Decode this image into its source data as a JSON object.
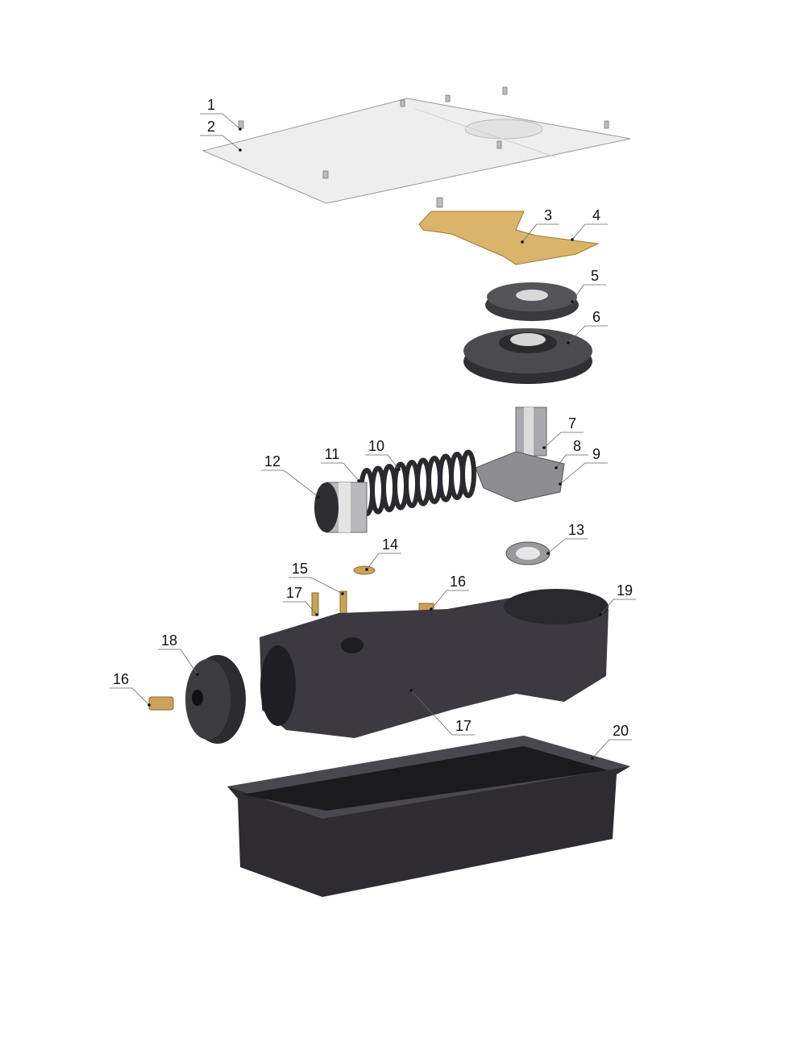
{
  "diagram": {
    "type": "exploded-parts-view",
    "callouts": [
      "1",
      "2",
      "3",
      "4",
      "5",
      "6",
      "7",
      "8",
      "9",
      "10",
      "11",
      "12",
      "13",
      "14",
      "15",
      "17",
      "16",
      "19",
      "18",
      "16",
      "17",
      "20"
    ],
    "colors": {
      "plate": "#ececec",
      "brass": "#d9b46a",
      "cast_body": "#3c3a40",
      "steel": "#b8b8bc",
      "tray": "#2e2c30"
    }
  }
}
